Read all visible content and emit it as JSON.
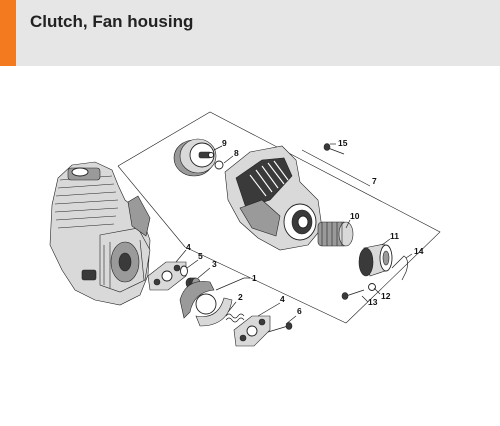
{
  "header": {
    "title": "Clutch, Fan housing",
    "accent_color": "#f37a1f",
    "background_color": "#e6e6e6"
  },
  "diagram": {
    "part_numbers": {
      "p1": "1",
      "p2": "2",
      "p3": "3",
      "p4a": "4",
      "p4b": "4",
      "p5": "5",
      "p6": "6",
      "p7": "7",
      "p8": "8",
      "p9": "9",
      "p10": "10",
      "p11": "11",
      "p12": "12",
      "p13": "13",
      "p14": "14",
      "p15": "15"
    }
  }
}
